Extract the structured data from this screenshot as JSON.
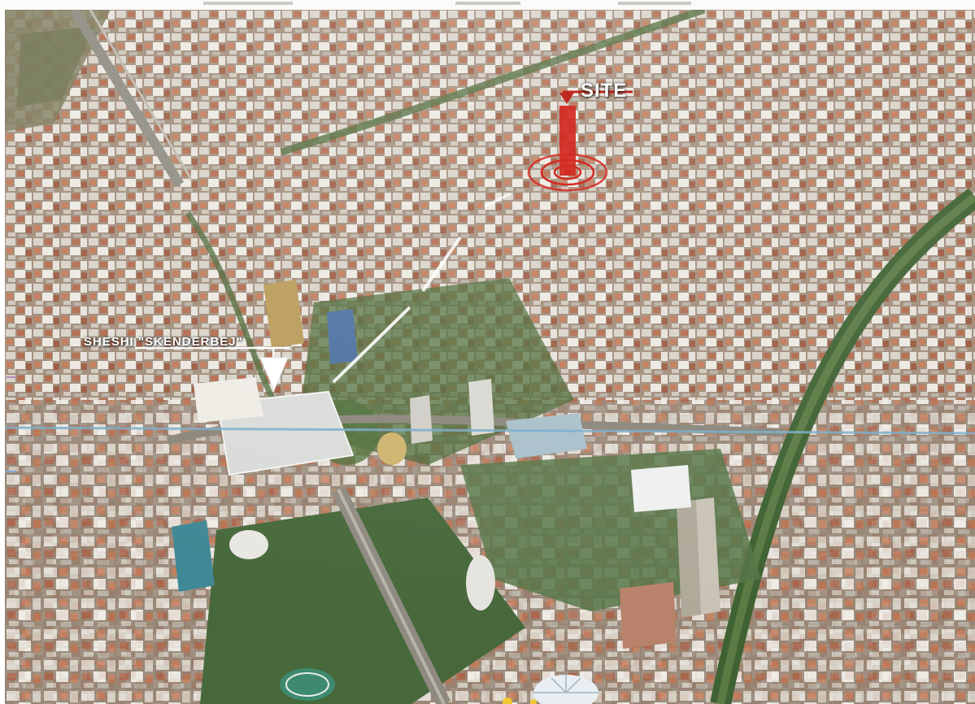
{
  "map": {
    "view": "aerial 3D city view",
    "labels": {
      "site": "SITE",
      "square": "SHESHI \"SKENDERBEJ\""
    },
    "markers": {
      "site_marker": "red-pin-with-target-rings",
      "square_marker": "white-down-arrow"
    },
    "colors": {
      "site_marker": "#d42a22",
      "label_text": "#ffffff",
      "axis_line": "#7fb0cc",
      "pointer_line": "#ffffff"
    }
  }
}
